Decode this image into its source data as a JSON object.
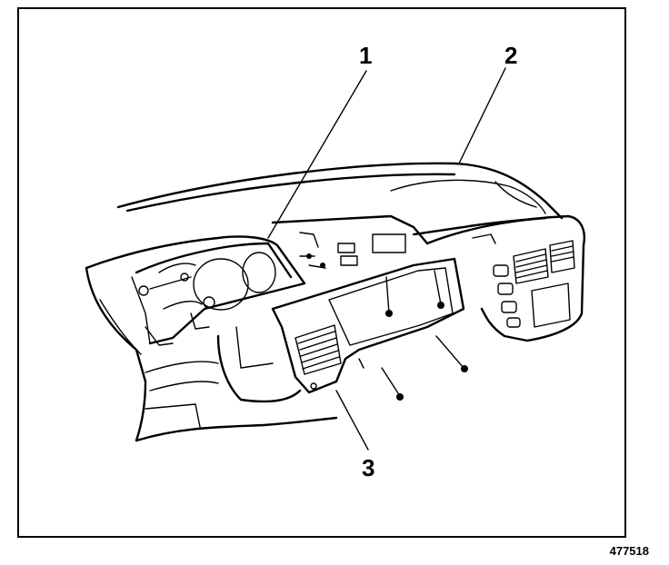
{
  "callouts": [
    {
      "number": "1"
    },
    {
      "number": "2"
    },
    {
      "number": "3"
    }
  ],
  "figure_id": "477518",
  "colors": {
    "line": "#000000",
    "background": "#ffffff"
  }
}
